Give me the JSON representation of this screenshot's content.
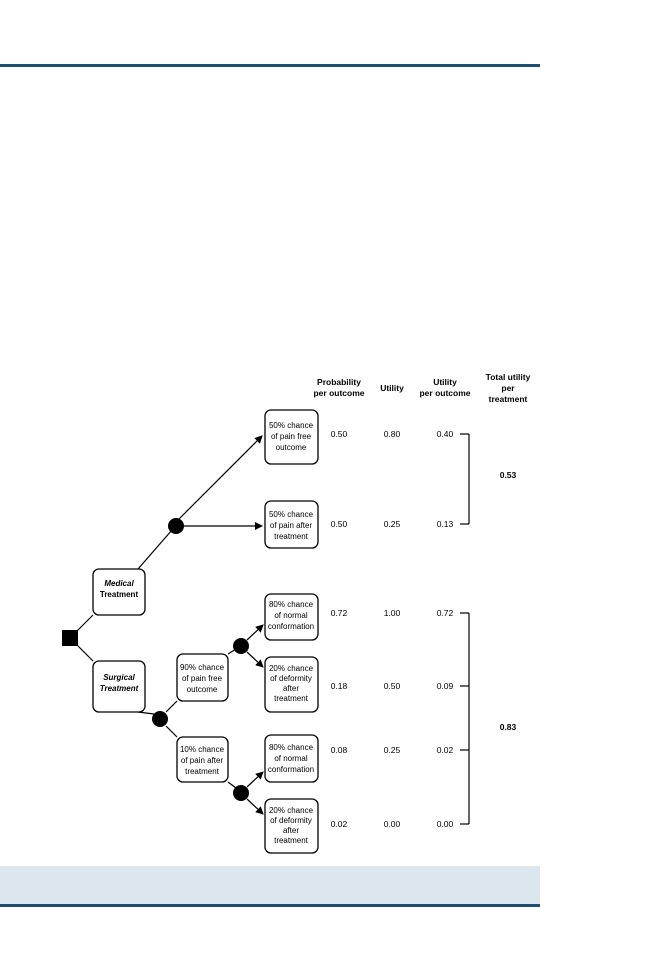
{
  "headers": {
    "probability": [
      "Probability",
      "per outcome"
    ],
    "utility": [
      "Utility"
    ],
    "utility_per_outcome": [
      "Utility",
      "per outcome"
    ],
    "total_utility": [
      "Total utility",
      "per",
      "treatment"
    ]
  },
  "treatments": [
    {
      "label": [
        "Medical",
        "Treatment"
      ]
    },
    {
      "label": [
        "Surgical",
        "Treatment"
      ]
    }
  ],
  "intermediate": [
    {
      "label": [
        "90% chance",
        "of pain free",
        "outcome"
      ]
    },
    {
      "label": [
        "10% chance",
        "of pain after",
        "treatment"
      ]
    }
  ],
  "outcomes": [
    {
      "label": [
        "50% chance",
        "of pain free",
        "outcome"
      ],
      "probability": "0.50",
      "utility": "0.80",
      "utility_per_outcome": "0.40"
    },
    {
      "label": [
        "50% chance",
        "of pain after",
        "treatment"
      ],
      "probability": "0.50",
      "utility": "0.25",
      "utility_per_outcome": "0.13"
    },
    {
      "label": [
        "80% chance",
        "of normal",
        "conformation"
      ],
      "probability": "0.72",
      "utility": "1.00",
      "utility_per_outcome": "0.72"
    },
    {
      "label": [
        "20% chance",
        "of deformity",
        "after",
        "treatment"
      ],
      "probability": "0.18",
      "utility": "0.50",
      "utility_per_outcome": "0.09"
    },
    {
      "label": [
        "80% chance",
        "of normal",
        "conformation"
      ],
      "probability": "0.08",
      "utility": "0.25",
      "utility_per_outcome": "0.02"
    },
    {
      "label": [
        "20% chance",
        "of deformity",
        "after",
        "treatment"
      ],
      "probability": "0.02",
      "utility": "0.00",
      "utility_per_outcome": "0.00"
    }
  ],
  "totals": [
    "0.53",
    "0.83"
  ]
}
